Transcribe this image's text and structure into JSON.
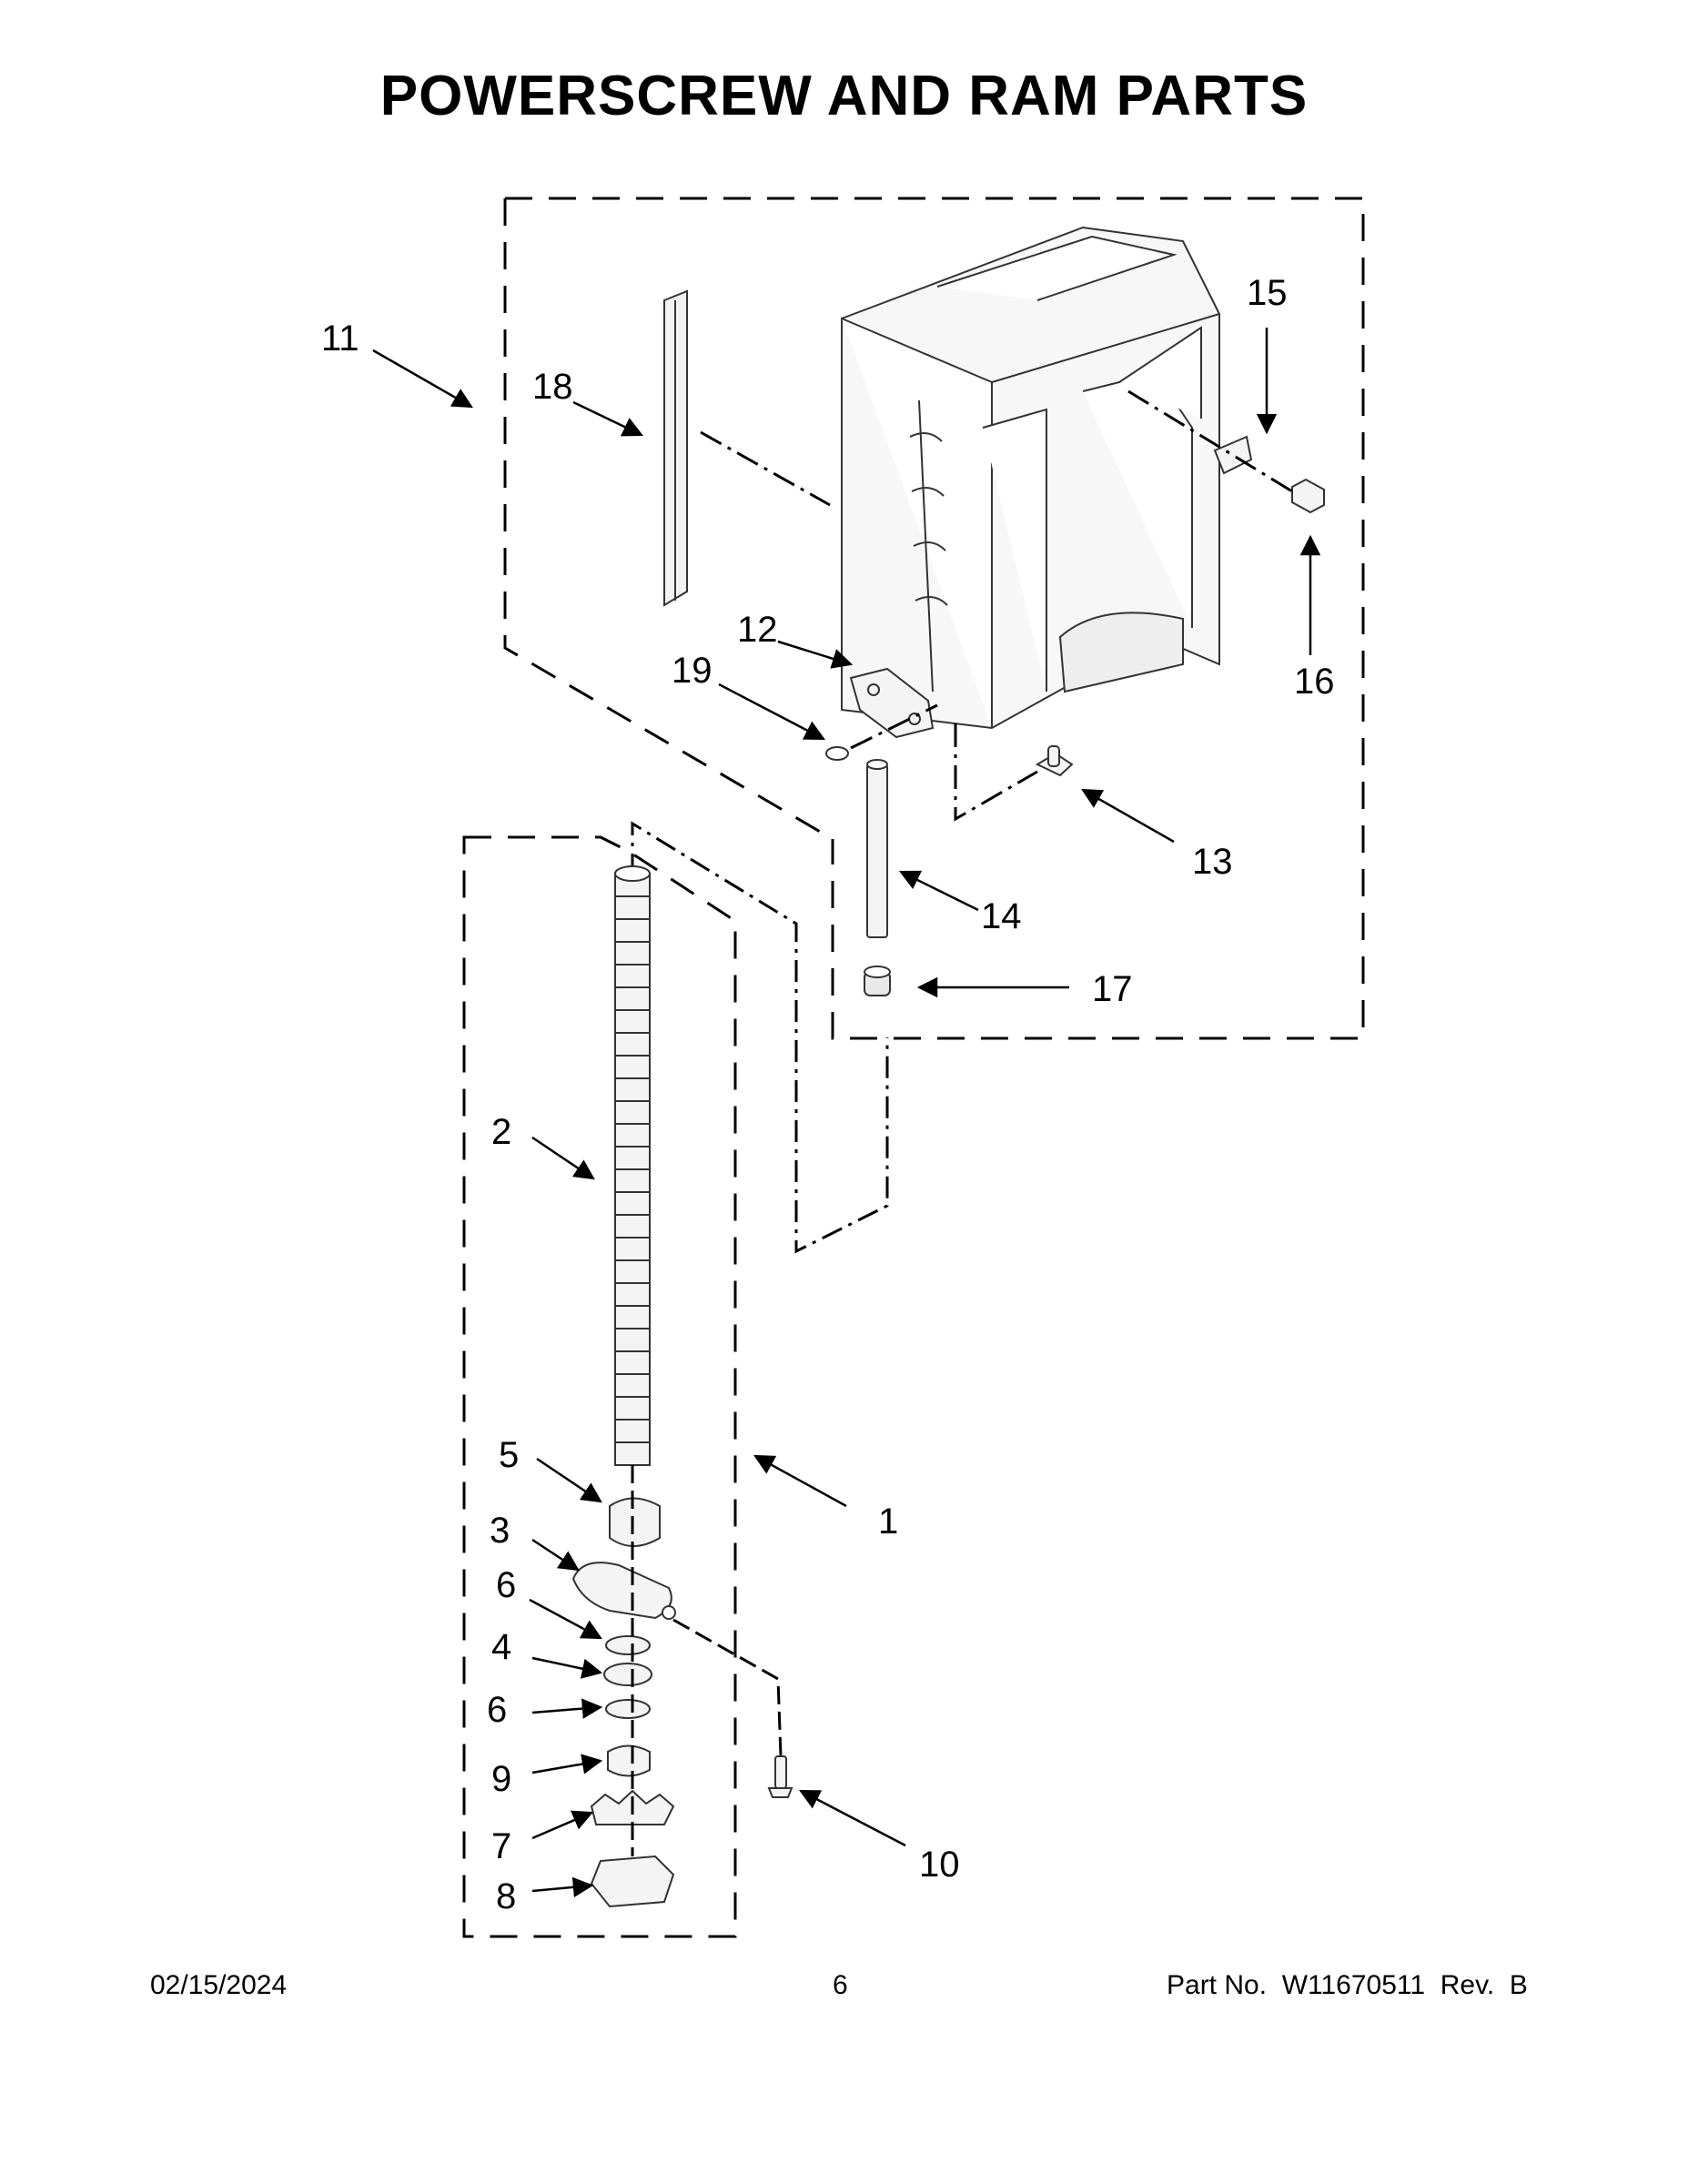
{
  "page": {
    "title": "POWERSCREW AND RAM PARTS",
    "footer": {
      "date": "02/15/2024",
      "page_number": "6",
      "part_number": "Part No.  W11670511  Rev.  B"
    }
  },
  "callouts": {
    "c1": "1",
    "c2": "2",
    "c3": "3",
    "c4": "4",
    "c5": "5",
    "c6a": "6",
    "c6b": "6",
    "c7": "7",
    "c8": "8",
    "c9": "9",
    "c10": "10",
    "c11": "11",
    "c12": "12",
    "c13": "13",
    "c14": "14",
    "c15": "15",
    "c16": "16",
    "c17": "17",
    "c18": "18",
    "c19": "19"
  }
}
